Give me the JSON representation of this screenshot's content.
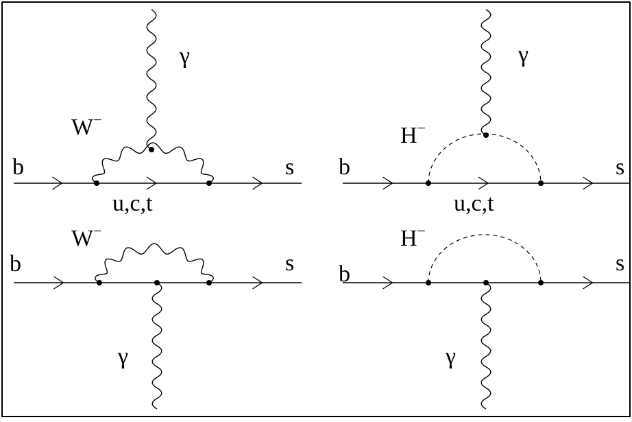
{
  "diagrams": [
    {
      "id": "top-left",
      "in_label": "b",
      "out_label": "s",
      "boson_label": "W",
      "boson_sup": "−",
      "photon_label": "γ",
      "quark_label": "u,c,t",
      "boson_type": "wavy",
      "photon_from": "boson"
    },
    {
      "id": "top-right",
      "in_label": "b",
      "out_label": "s",
      "boson_label": "H",
      "boson_sup": "−",
      "photon_label": "γ",
      "quark_label": "u,c,t",
      "boson_type": "dashed",
      "photon_from": "boson"
    },
    {
      "id": "bottom-left",
      "in_label": "b",
      "out_label": "s",
      "boson_label": "W",
      "boson_sup": "−",
      "photon_label": "γ",
      "quark_label": "",
      "boson_type": "wavy",
      "photon_from": "quark"
    },
    {
      "id": "bottom-right",
      "in_label": "b",
      "out_label": "s",
      "boson_label": "H",
      "boson_sup": "−",
      "photon_label": "γ",
      "quark_label": "",
      "boson_type": "dashed",
      "photon_from": "quark"
    }
  ]
}
